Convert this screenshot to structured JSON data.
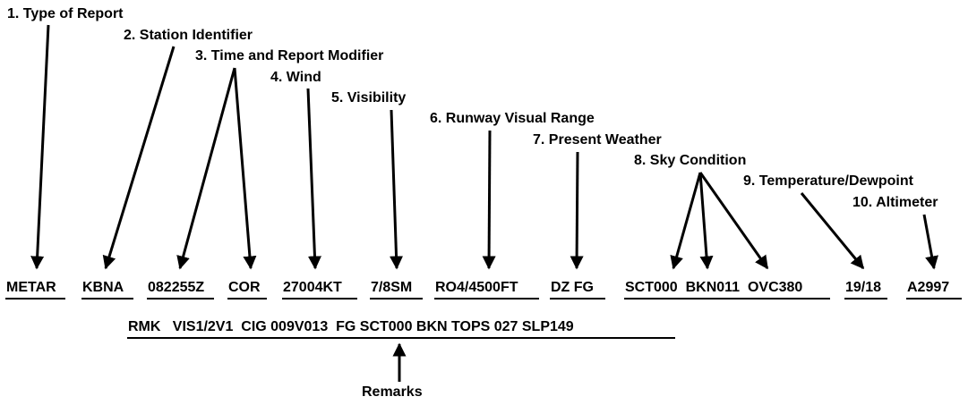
{
  "colors": {
    "ink": "#000000",
    "background": "#ffffff"
  },
  "labels": {
    "type_of_report": "1.  Type of Report",
    "station_identifier": "2.  Station Identifier",
    "time_and_report_modifier": "3.  Time and Report Modifier",
    "wind": "4.  Wind",
    "visibility": "5.  Visibility",
    "runway_visual_range": "6.  Runway Visual Range",
    "present_weather": "7.  Present Weather",
    "sky_condition": "8.  Sky Condition",
    "temperature_dewpoint": "9.  Temperature/Dewpoint",
    "altimeter": "10.  Altimeter",
    "remarks": "Remarks"
  },
  "report": {
    "type": "METAR",
    "station": "KBNA",
    "time": "082255Z",
    "modifier": "COR",
    "wind": "27004KT",
    "visibility": "7/8SM",
    "rvr": "RO4/4500FT",
    "weather": "DZ FG",
    "sky": "SCT000  BKN011  OVC380",
    "temp": "19/18",
    "altimeter": "A2997"
  },
  "remarks_line": "RMK   VIS1/2V1  CIG 009V013  FG SCT000 BKN TOPS 027 SLP149"
}
